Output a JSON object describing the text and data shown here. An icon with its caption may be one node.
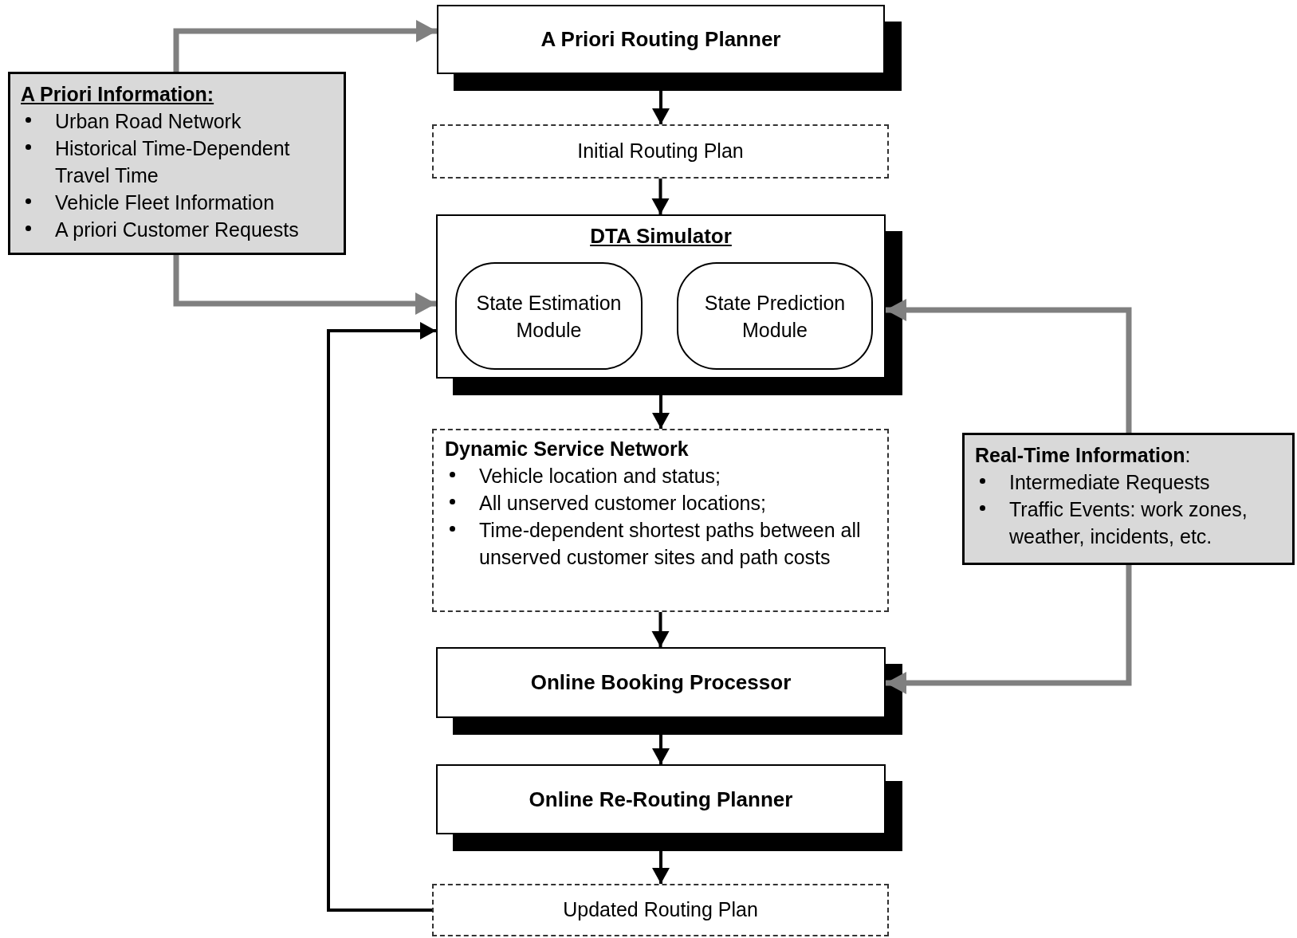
{
  "diagram": {
    "nodes": [
      {
        "text": [
          "A Priori Routing Planner"
        ]
      },
      {
        "text": [
          "Initial Routing Plan"
        ]
      },
      {
        "text": [
          "DTA Simulator"
        ]
      },
      {
        "text": [
          "State Estimation Module"
        ],
        "in": 2
      },
      {
        "text": [
          "State Prediction Module"
        ],
        "in": 2
      },
      {
        "text": [
          "Dynamic Service Network",
          "Vehicle location and status;",
          "All unserved customer locations;",
          "Time-dependent shortest paths between all unserved customer sites and path costs"
        ]
      },
      {
        "text": [
          "Online Booking Processor"
        ]
      },
      {
        "text": [
          "Online Re-Routing Planner"
        ]
      },
      {
        "text": [
          "Updated Routing Plan"
        ]
      },
      {
        "text": [
          "A Priori Information:",
          "Urban Road Network",
          "Historical Time-Dependent Travel Time",
          "Vehicle Fleet Information",
          "A priori Customer Requests"
        ]
      },
      {
        "text": [
          "**Real-Time Information**:",
          "Intermediate Requests",
          "Traffic Events: work zones, weather, incidents, etc."
        ]
      }
    ],
    "edges": [
      {
        "from": 0,
        "to": 1,
        "arrow": "to"
      },
      {
        "from": 1,
        "to": 2,
        "arrow": "to"
      },
      {
        "from": 2,
        "to": 5,
        "arrow": "to"
      },
      {
        "from": 5,
        "to": 6,
        "arrow": "to"
      },
      {
        "from": 6,
        "to": 7,
        "arrow": "to"
      },
      {
        "from": 7,
        "to": 8,
        "arrow": "to"
      },
      {
        "from": 9,
        "to": 0,
        "arrow": "to",
        "color": "#808080"
      },
      {
        "from": 9,
        "to": 2,
        "arrow": "to",
        "color": "#808080"
      },
      {
        "from": 8,
        "to": 2,
        "arrow": "to"
      },
      {
        "from": 10,
        "to": 2,
        "arrow": "to",
        "color": "#808080"
      },
      {
        "from": 10,
        "to": 6,
        "arrow": "to",
        "color": "#808080"
      }
    ]
  }
}
